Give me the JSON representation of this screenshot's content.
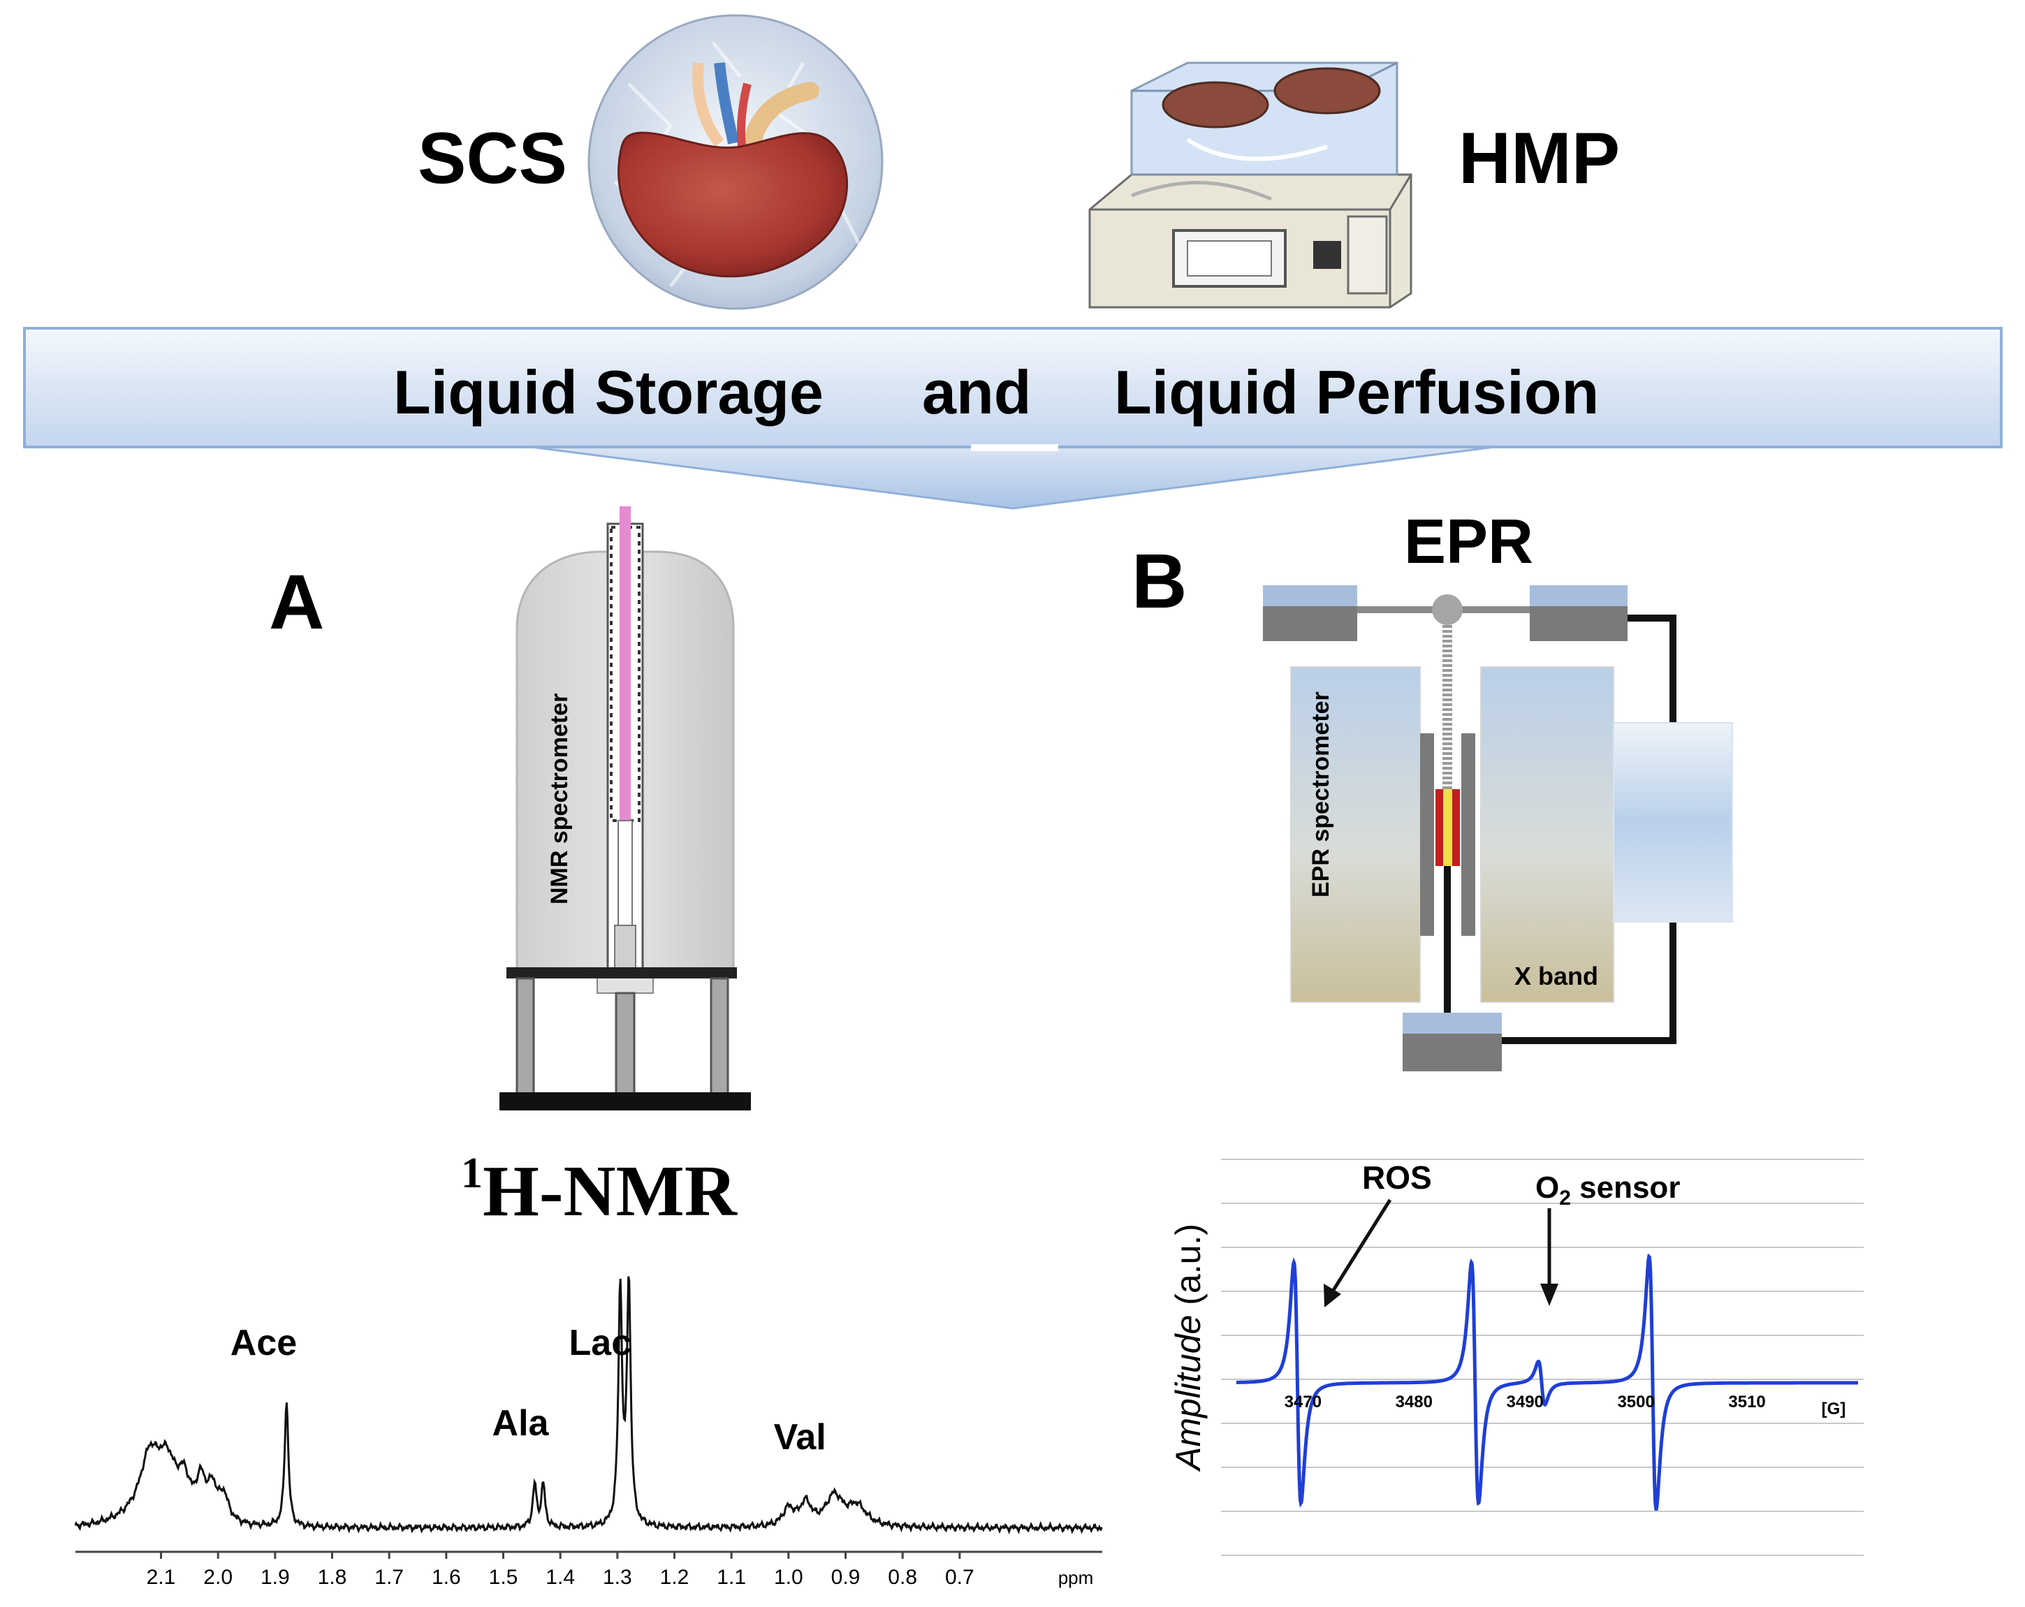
{
  "top": {
    "left_label": "SCS",
    "right_label": "HMP"
  },
  "banner": {
    "part1": "Liquid Storage",
    "part2": "and",
    "part3": "Liquid Perfusion"
  },
  "panel_a": {
    "letter": "A",
    "instrument_label": "NMR spectrometer",
    "title_sup": "1",
    "title_main": "H-NMR"
  },
  "panel_b": {
    "letter": "B",
    "title": "EPR",
    "instrument_label": "EPR spectrometer",
    "band_label": "X band"
  },
  "colors": {
    "epr_line": "#1f3fd6",
    "nmr_line": "#111111",
    "banner_fill": "#dde8f6",
    "banner_stroke": "#8fb0d8",
    "probe": "#e58ad1"
  },
  "chart_data": [
    {
      "type": "line",
      "title": "",
      "xlabel": "ppm",
      "ylabel": "",
      "xlim": [
        2.25,
        0.45
      ],
      "reversed_x": true,
      "x_ticks": [
        "2.1",
        "2.0",
        "1.9",
        "1.8",
        "1.7",
        "1.6",
        "1.5",
        "1.4",
        "1.3",
        "1.2",
        "1.1",
        "1.0",
        "0.9",
        "0.8",
        "0.7"
      ],
      "annotations": [
        {
          "label": "Ace",
          "x": 1.92
        },
        {
          "label": "Ala",
          "x": 1.47
        },
        {
          "label": "Lac",
          "x": 1.33
        },
        {
          "label": "Val",
          "x": 0.98
        }
      ],
      "peaks": [
        {
          "x": 2.12,
          "height": 0.22,
          "width": 0.02
        },
        {
          "x": 2.09,
          "height": 0.19,
          "width": 0.02
        },
        {
          "x": 2.06,
          "height": 0.12,
          "width": 0.012
        },
        {
          "x": 2.03,
          "height": 0.14,
          "width": 0.01
        },
        {
          "x": 2.01,
          "height": 0.12,
          "width": 0.01
        },
        {
          "x": 1.99,
          "height": 0.1,
          "width": 0.01
        },
        {
          "x": 1.88,
          "height": 0.5,
          "width": 0.004
        },
        {
          "x": 1.445,
          "height": 0.17,
          "width": 0.004
        },
        {
          "x": 1.43,
          "height": 0.17,
          "width": 0.004
        },
        {
          "x": 1.295,
          "height": 0.94,
          "width": 0.004
        },
        {
          "x": 1.28,
          "height": 0.96,
          "width": 0.004
        },
        {
          "x": 1.0,
          "height": 0.07,
          "width": 0.012
        },
        {
          "x": 0.97,
          "height": 0.09,
          "width": 0.012
        },
        {
          "x": 0.92,
          "height": 0.12,
          "width": 0.018
        },
        {
          "x": 0.88,
          "height": 0.08,
          "width": 0.02
        }
      ]
    },
    {
      "type": "line",
      "title": "",
      "xlabel": "[G]",
      "ylabel_italic": "Amplitude",
      "ylabel_rest": " (a.u.)",
      "xlim": [
        3464,
        3520
      ],
      "x_ticks": [
        "3470",
        "3480",
        "3490",
        "3500",
        "3510"
      ],
      "annotations": [
        {
          "label": "ROS",
          "x": 3470
        },
        {
          "label_main": "O",
          "label_sub": "2",
          "label_rest": " sensor",
          "x": 3491
        }
      ],
      "lines": [
        {
          "center": 3469.5,
          "amplitude": 1.0,
          "halfwidth": 0.55
        },
        {
          "center": 3485.5,
          "amplitude": 1.0,
          "halfwidth": 0.55
        },
        {
          "center": 3491.5,
          "amplitude": 0.18,
          "halfwidth": 0.5
        },
        {
          "center": 3501.5,
          "amplitude": 1.05,
          "halfwidth": 0.55
        }
      ]
    }
  ]
}
